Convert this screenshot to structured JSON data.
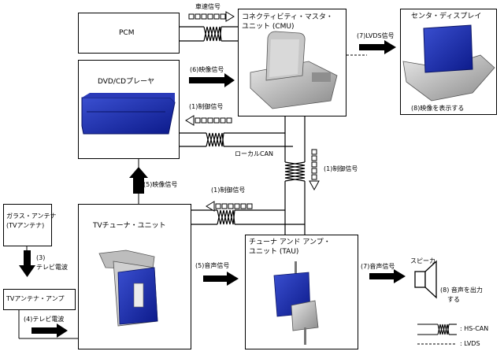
{
  "boxes": {
    "pcm": "PCM",
    "cmu_line1": "コネクティビティ・マスタ・",
    "cmu_line2": "ユニット (CMU)",
    "center_display": "センタ・ディスプレイ",
    "dvd": "DVD/CDプレーヤ",
    "tv_tuner": "TVチューナ・ユニット",
    "tau_line1": "チューナ アンド アンプ・",
    "tau_line2": "ユニット (TAU)",
    "glass_antenna_line1": "ガラス・アンテナ",
    "glass_antenna_line2": "(TVアンテナ)",
    "tv_antenna_amp": "TVアンテナ・アンプ"
  },
  "labels": {
    "vehicle_speed": "車速信号",
    "lvds_signal": "(7)LVDS信号",
    "video_6": "(6)映像信号",
    "display_video": "(8)映像を表示する",
    "control_1a": "(1)制御信号",
    "local_can": "ローカルCAN",
    "control_1b": "(1)制御信号",
    "video_5": "(5)映像信号",
    "control_1c": "(1)制御信号",
    "tv_wave_3_line1": "(3)",
    "tv_wave_3_line2": "テレビ電波",
    "audio_5": "(5)音声信号",
    "audio_7": "(7)音声信号",
    "speaker": "スピーカ",
    "audio_out_line1": "(8) 音声を出力",
    "audio_out_line2": "する",
    "tv_wave_4": "(4)テレビ電波"
  },
  "legend": {
    "hs_can": ": HS-CAN",
    "lvds": ": LVDS"
  }
}
